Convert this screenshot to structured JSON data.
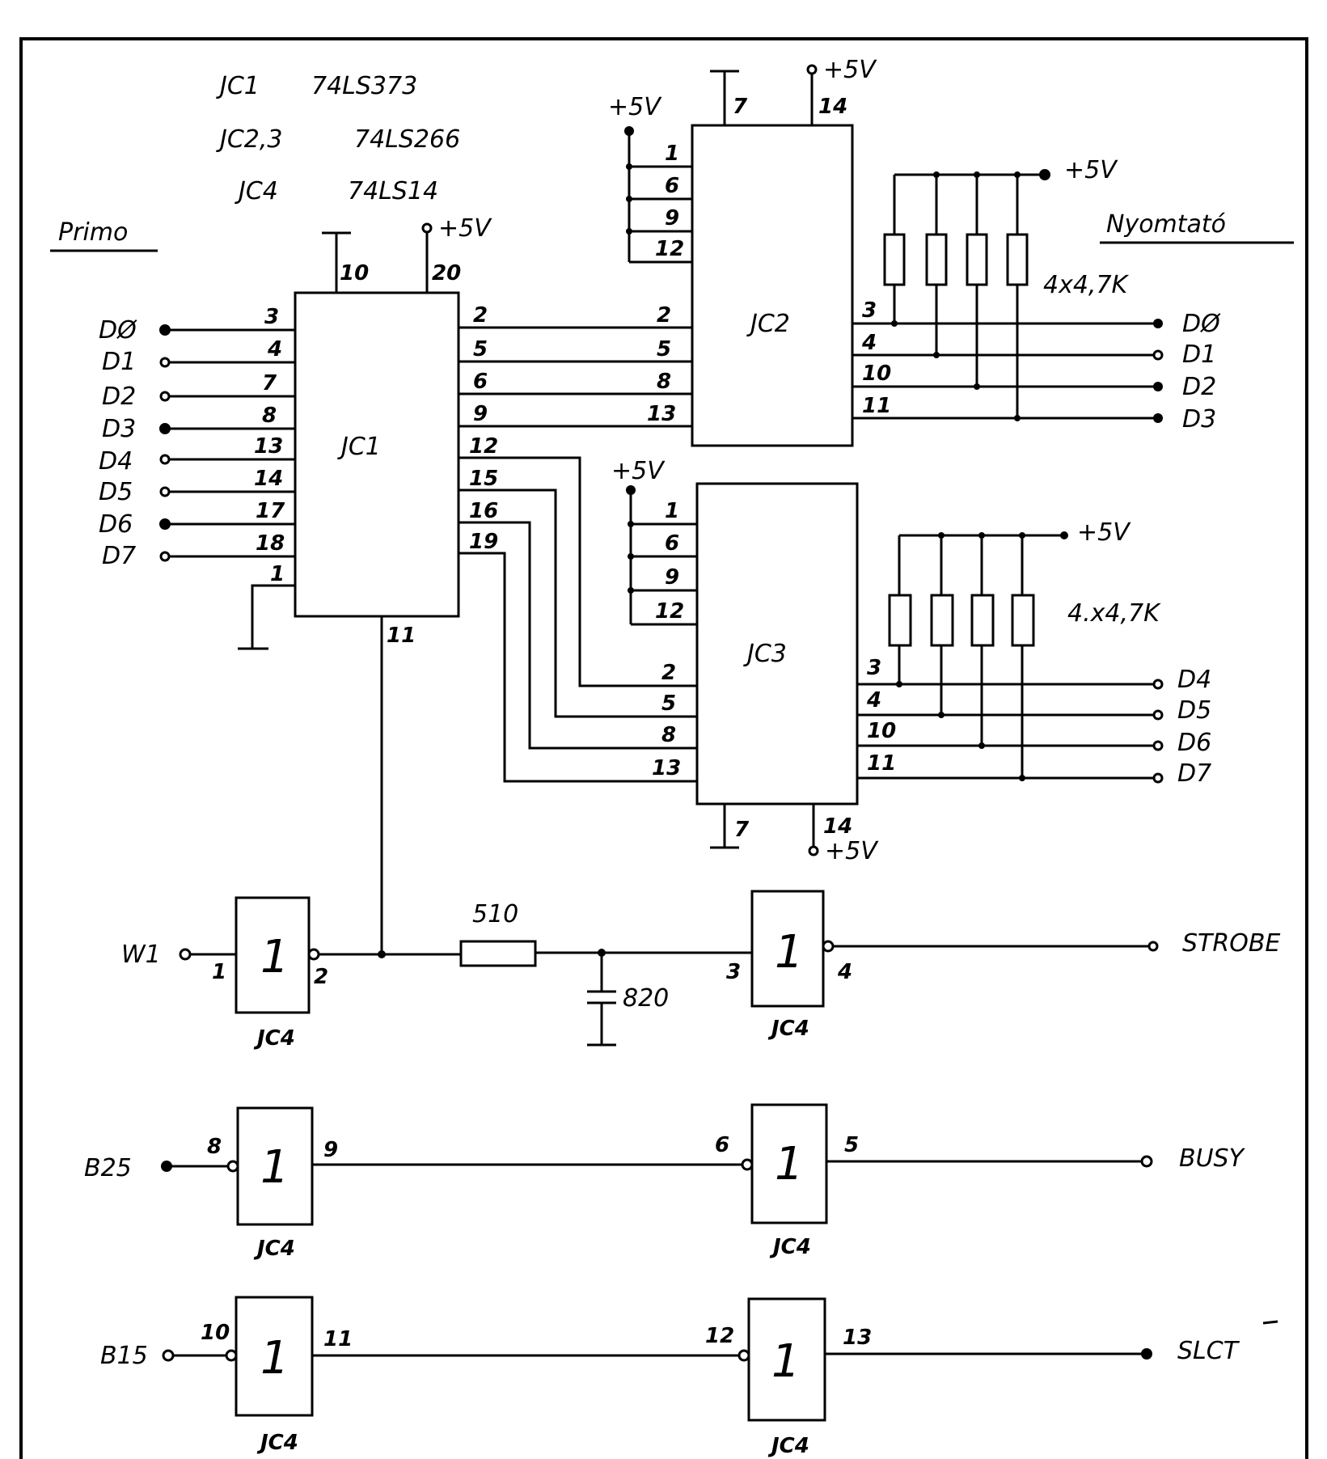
{
  "legend": {
    "line1_ref": "JC1",
    "line1_part": "74LS373",
    "line2_ref": "JC2,3",
    "line2_part": "74LS266",
    "line3_ref": "JC4",
    "line3_part": "74LS14"
  },
  "headers": {
    "left": "Primo",
    "right": "Nyomtató"
  },
  "supply": "+5V",
  "left_signals": [
    "DØ",
    "D1",
    "D2",
    "D3",
    "D4",
    "D5",
    "D6",
    "D7"
  ],
  "ic1": {
    "name": "JC1",
    "in_pins": [
      "3",
      "4",
      "7",
      "8",
      "13",
      "14",
      "17",
      "18",
      "1"
    ],
    "out_pins": [
      "2",
      "5",
      "6",
      "9",
      "12",
      "15",
      "16",
      "19"
    ],
    "pin_gnd": "10",
    "pin_vcc": "20",
    "pin_oe": "11"
  },
  "ic2": {
    "name": "JC2",
    "tie_pins": [
      "1",
      "6",
      "9",
      "12"
    ],
    "in_pins": [
      "2",
      "5",
      "8",
      "13"
    ],
    "out_pins": [
      "3",
      "4",
      "10",
      "11"
    ],
    "pin_gnd": "7",
    "pin_vcc": "14",
    "resistors": "4x4,7K",
    "out_signals": [
      "DØ",
      "D1",
      "D2",
      "D3"
    ]
  },
  "ic3": {
    "name": "JC3",
    "tie_pins": [
      "1",
      "6",
      "9",
      "12"
    ],
    "in_pins": [
      "2",
      "5",
      "8",
      "13"
    ],
    "out_pins": [
      "3",
      "4",
      "10",
      "11"
    ],
    "pin_gnd": "7",
    "pin_vcc": "14",
    "resistors": "4.x4,7K",
    "out_signals": [
      "D4",
      "D5",
      "D6",
      "D7"
    ]
  },
  "rc": {
    "resistor": "510",
    "capacitor": "820"
  },
  "gate_symbol": "1",
  "gate_ref": "JC4",
  "rows": [
    {
      "input": "W1",
      "g1_in": "1",
      "g1_out": "2",
      "g2_in": "3",
      "g2_out": "4",
      "output": "STROBE"
    },
    {
      "input": "B25",
      "g1_in": "8",
      "g1_out": "9",
      "g2_in": "6",
      "g2_out": "5",
      "output": "BUSY"
    },
    {
      "input": "B15",
      "g1_in": "10",
      "g1_out": "11",
      "g2_in": "12",
      "g2_out": "13",
      "output": "SLCT"
    }
  ]
}
